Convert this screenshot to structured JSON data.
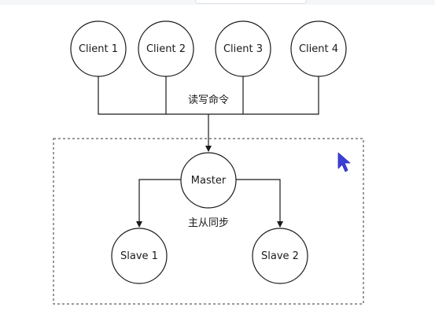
{
  "diagram": {
    "clients": [
      {
        "label": "Client 1"
      },
      {
        "label": "Client 2"
      },
      {
        "label": "Client 3"
      },
      {
        "label": "Client 4"
      }
    ],
    "rw_label": "读写命令",
    "master": {
      "label": "Master"
    },
    "sync_label": "主从同步",
    "slaves": [
      {
        "label": "Slave 1"
      },
      {
        "label": "Slave 2"
      }
    ]
  },
  "colors": {
    "stroke": "#1a1a1a",
    "group_border": "#333333",
    "cursor": "#3b3fd8"
  }
}
